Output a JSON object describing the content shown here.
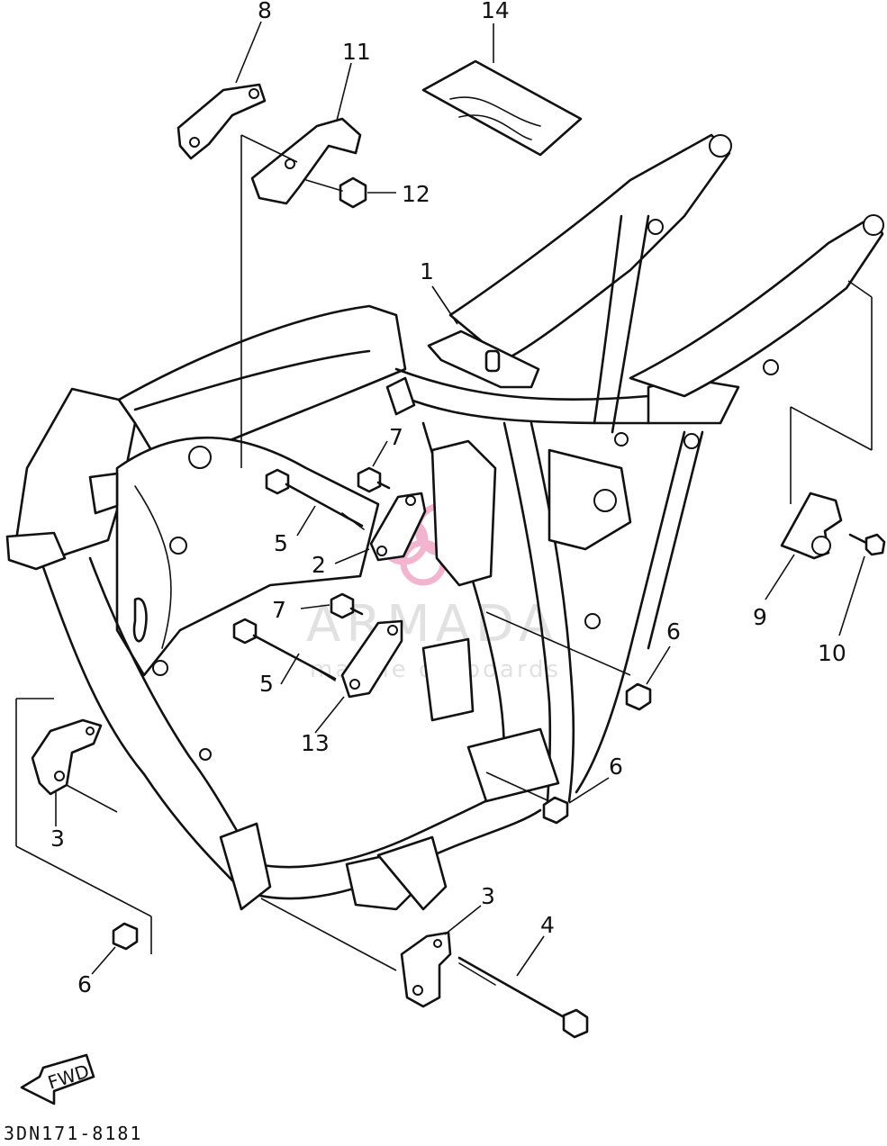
{
  "diagram_code": "3DN171-8181",
  "fwd_label": "FWD",
  "watermark": {
    "brand": "ARMADA",
    "tagline": "marine outboards",
    "color": "#e87aa8"
  },
  "callouts": {
    "c1": "1",
    "c2": "2",
    "c3a": "3",
    "c3b": "3",
    "c4": "4",
    "c5a": "5",
    "c5b": "5",
    "c6a": "6",
    "c6b": "6",
    "c6c": "6",
    "c7a": "7",
    "c7b": "7",
    "c8": "8",
    "c9": "9",
    "c10": "10",
    "c11": "11",
    "c12": "12",
    "c13": "13",
    "c14": "14"
  }
}
